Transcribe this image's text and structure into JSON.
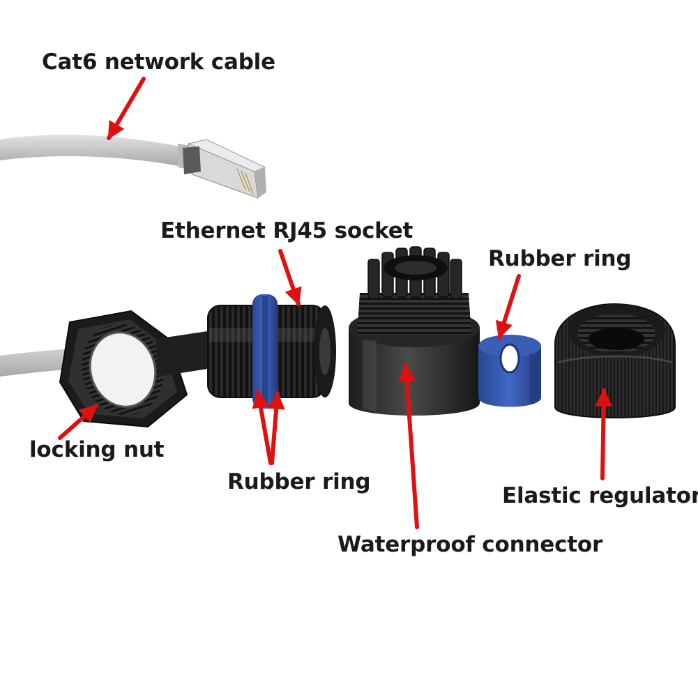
{
  "labels": {
    "cat6_cable": "Cat6 network cable",
    "rj45_socket": "Ethernet RJ45 socket",
    "rubber_ring_right": "Rubber ring",
    "locking_nut": "locking nut",
    "rubber_ring_left": "Rubber ring",
    "elastic_regulator": "Elastic regulator",
    "waterproof_connector": "Waterproof connector"
  },
  "colors": {
    "arrow": "#e01010",
    "cable": "#c7c7c7",
    "part_black": "#2b2b2b",
    "ring_blue": "#3d66c8",
    "seal_blue": "#30519f",
    "background": "#ffffff"
  }
}
